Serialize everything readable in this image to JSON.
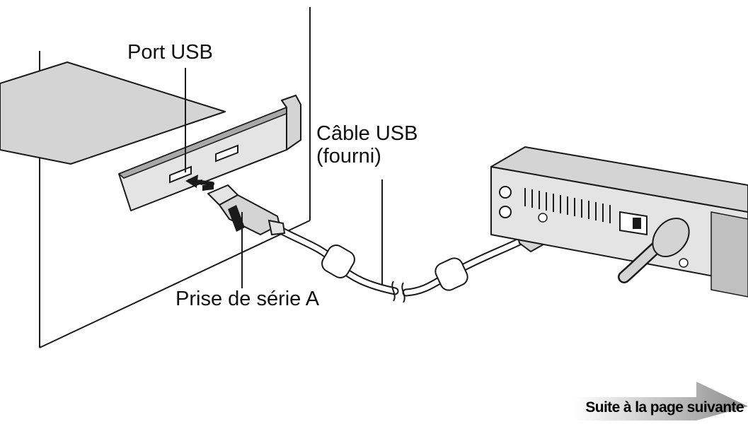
{
  "labels": {
    "usb_port": "Port USB",
    "usb_cable_line1": "Câble USB",
    "usb_cable_line2": "(fourni)",
    "type_a_plug": "Prise de série A"
  },
  "footer": {
    "continued": "Suite à la page suivante"
  },
  "colors": {
    "line": "#1a1a1a",
    "panel_light": "#e4e4e4",
    "panel_mid": "#d4d4d4",
    "panel_dark": "#a8a8a8",
    "arrow_gradient_start": "#ffffff",
    "arrow_gradient_end": "#8c8c8c"
  }
}
